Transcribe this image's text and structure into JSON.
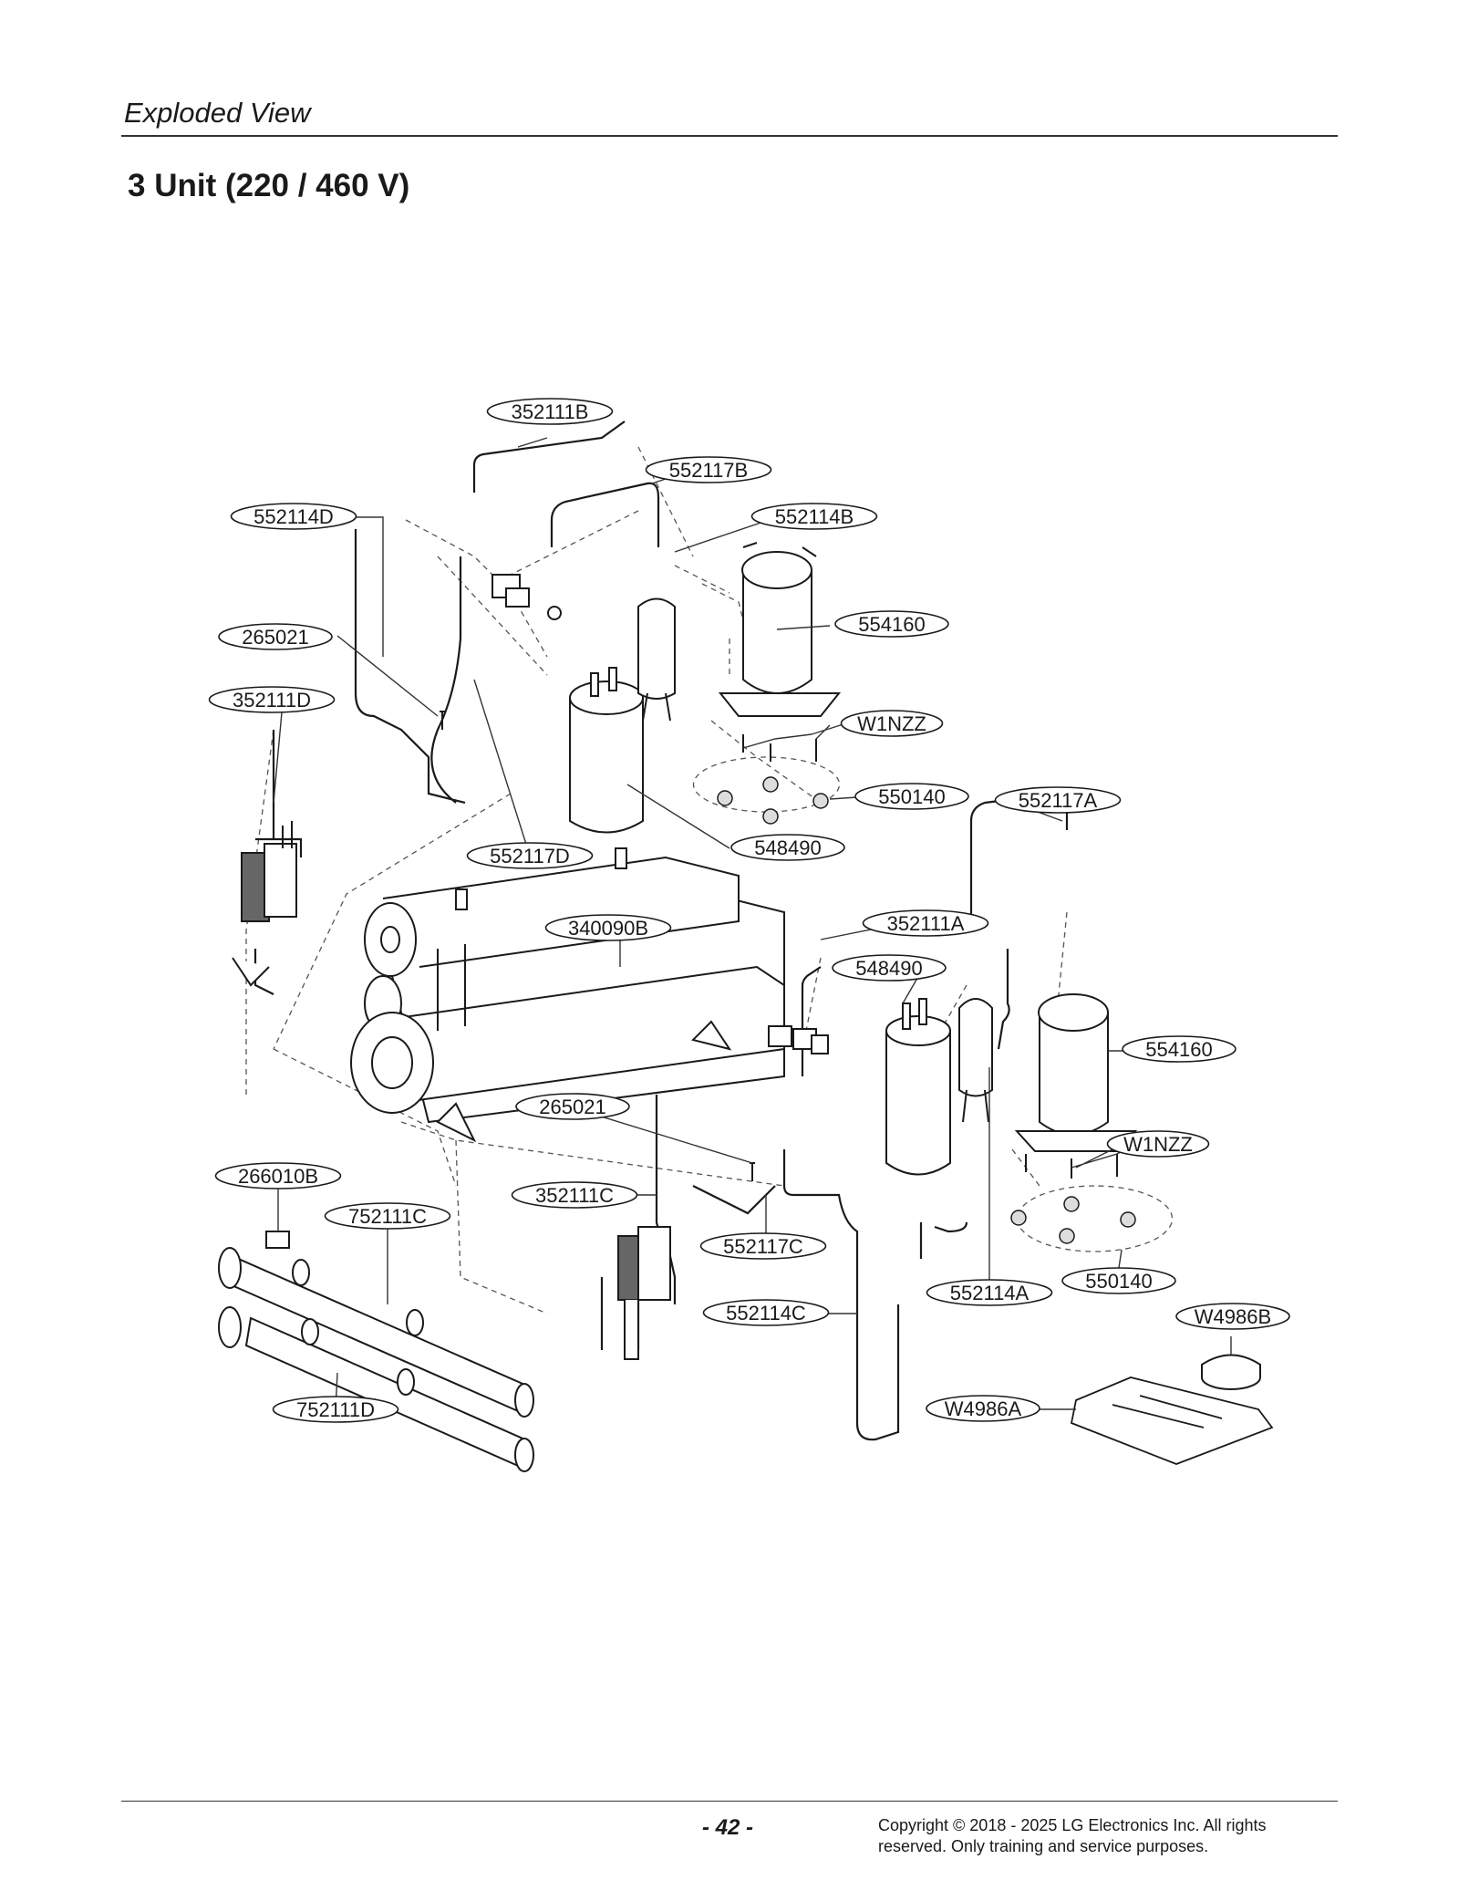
{
  "header": {
    "section": "Exploded View",
    "title": "3 Unit (220 / 460 V)"
  },
  "parts": [
    {
      "id": "p1",
      "label": "352111B"
    },
    {
      "id": "p2",
      "label": "552117B"
    },
    {
      "id": "p3",
      "label": "552114D"
    },
    {
      "id": "p4",
      "label": "552114B"
    },
    {
      "id": "p5",
      "label": "554160"
    },
    {
      "id": "p6",
      "label": "265021"
    },
    {
      "id": "p7",
      "label": "352111D"
    },
    {
      "id": "p8",
      "label": "W1NZZ"
    },
    {
      "id": "p9",
      "label": "550140"
    },
    {
      "id": "p10",
      "label": "552117A"
    },
    {
      "id": "p11",
      "label": "548490"
    },
    {
      "id": "p12",
      "label": "552117D"
    },
    {
      "id": "p13",
      "label": "340090B"
    },
    {
      "id": "p14",
      "label": "352111A"
    },
    {
      "id": "p15",
      "label": "548490"
    },
    {
      "id": "p16",
      "label": "554160"
    },
    {
      "id": "p17",
      "label": "265021"
    },
    {
      "id": "p18",
      "label": "W1NZZ"
    },
    {
      "id": "p19",
      "label": "266010B"
    },
    {
      "id": "p20",
      "label": "352111C"
    },
    {
      "id": "p21",
      "label": "752111C"
    },
    {
      "id": "p22",
      "label": "552117C"
    },
    {
      "id": "p23",
      "label": "550140"
    },
    {
      "id": "p24",
      "label": "552114A"
    },
    {
      "id": "p25",
      "label": "552114C"
    },
    {
      "id": "p26",
      "label": "W4986B"
    },
    {
      "id": "p27",
      "label": "752111D"
    },
    {
      "id": "p28",
      "label": "W4986A"
    }
  ],
  "footer": {
    "page_number": "- 42 -",
    "copyright_line1": "Copyright © 2018 - 2025 LG Electronics Inc. All rights",
    "copyright_line2": "reserved. Only training and service purposes."
  },
  "colors": {
    "line": "#1a1a1a",
    "leader": "#333333",
    "rule": "#333333"
  }
}
